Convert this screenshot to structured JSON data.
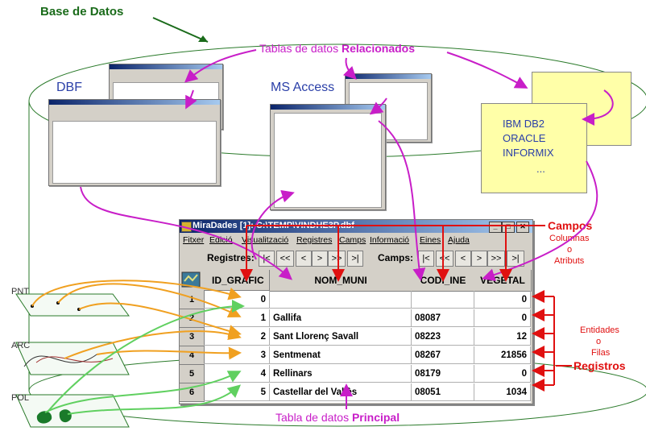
{
  "labels": {
    "base_de_datos": "Base de Datos",
    "tablas_relacionadas_prefix": "Tablas de datos ",
    "tablas_relacionadas_strong": "Relacionados",
    "dbf": "DBF",
    "ms_access": "MS Access",
    "ibm_db2": "IBM DB2",
    "oracle": "ORACLE",
    "informix": "INFORMIX",
    "ellipsis": "...",
    "campos": "Campos",
    "columnas": "Columnas",
    "o1": "o",
    "atributs": "Atributs",
    "entidades": "Entidades",
    "o2": "o",
    "filas": "Filas",
    "registros": "Registros",
    "tabla_principal_prefix": "Tabla de datos ",
    "tabla_principal_strong": "Principal",
    "layer_pnt": "PNT",
    "layer_arc": "ARC",
    "layer_pol": "POL"
  },
  "main_window": {
    "title": "MiraDades [1]:  C:\\TEMP\\VINDHE3P.dbf",
    "menu": [
      "Fitxer",
      "Edició",
      "Visualització",
      "Registres",
      "Camps",
      "Informació",
      "Eines",
      "Ajuda"
    ],
    "toolbar": {
      "registres_label": "Registres:",
      "camps_label": "Camps:",
      "nav_buttons": [
        "|<",
        "<<",
        "<",
        ">",
        ">>",
        ">|"
      ]
    },
    "columns": [
      "ID_GRAFIC",
      "NOM_MUNI",
      "CODI_INE",
      "VEGETAL"
    ],
    "rows": [
      {
        "num": "1",
        "id": "0",
        "nom": "",
        "codi": "",
        "veg": "0"
      },
      {
        "num": "2",
        "id": "1",
        "nom": "Gallifa",
        "codi": "08087",
        "veg": "0"
      },
      {
        "num": "3",
        "id": "2",
        "nom": "Sant Llorenç Savall",
        "codi": "08223",
        "veg": "12"
      },
      {
        "num": "4",
        "id": "3",
        "nom": "Sentmenat",
        "codi": "08267",
        "veg": "21856"
      },
      {
        "num": "5",
        "id": "4",
        "nom": "Rellinars",
        "codi": "08179",
        "veg": "0"
      },
      {
        "num": "6",
        "id": "5",
        "nom": "Castellar del Vallès",
        "codi": "08051",
        "veg": "1034"
      }
    ]
  },
  "colors": {
    "arrow_magenta": "#c81ec8",
    "arrow_red": "#e01010",
    "arrow_orange": "#f0a020",
    "arrow_green": "#60d060",
    "ellipse_green": "#2a7a2a",
    "title_bar": "#0a246a",
    "rdbms_box": "#ffffa8"
  }
}
